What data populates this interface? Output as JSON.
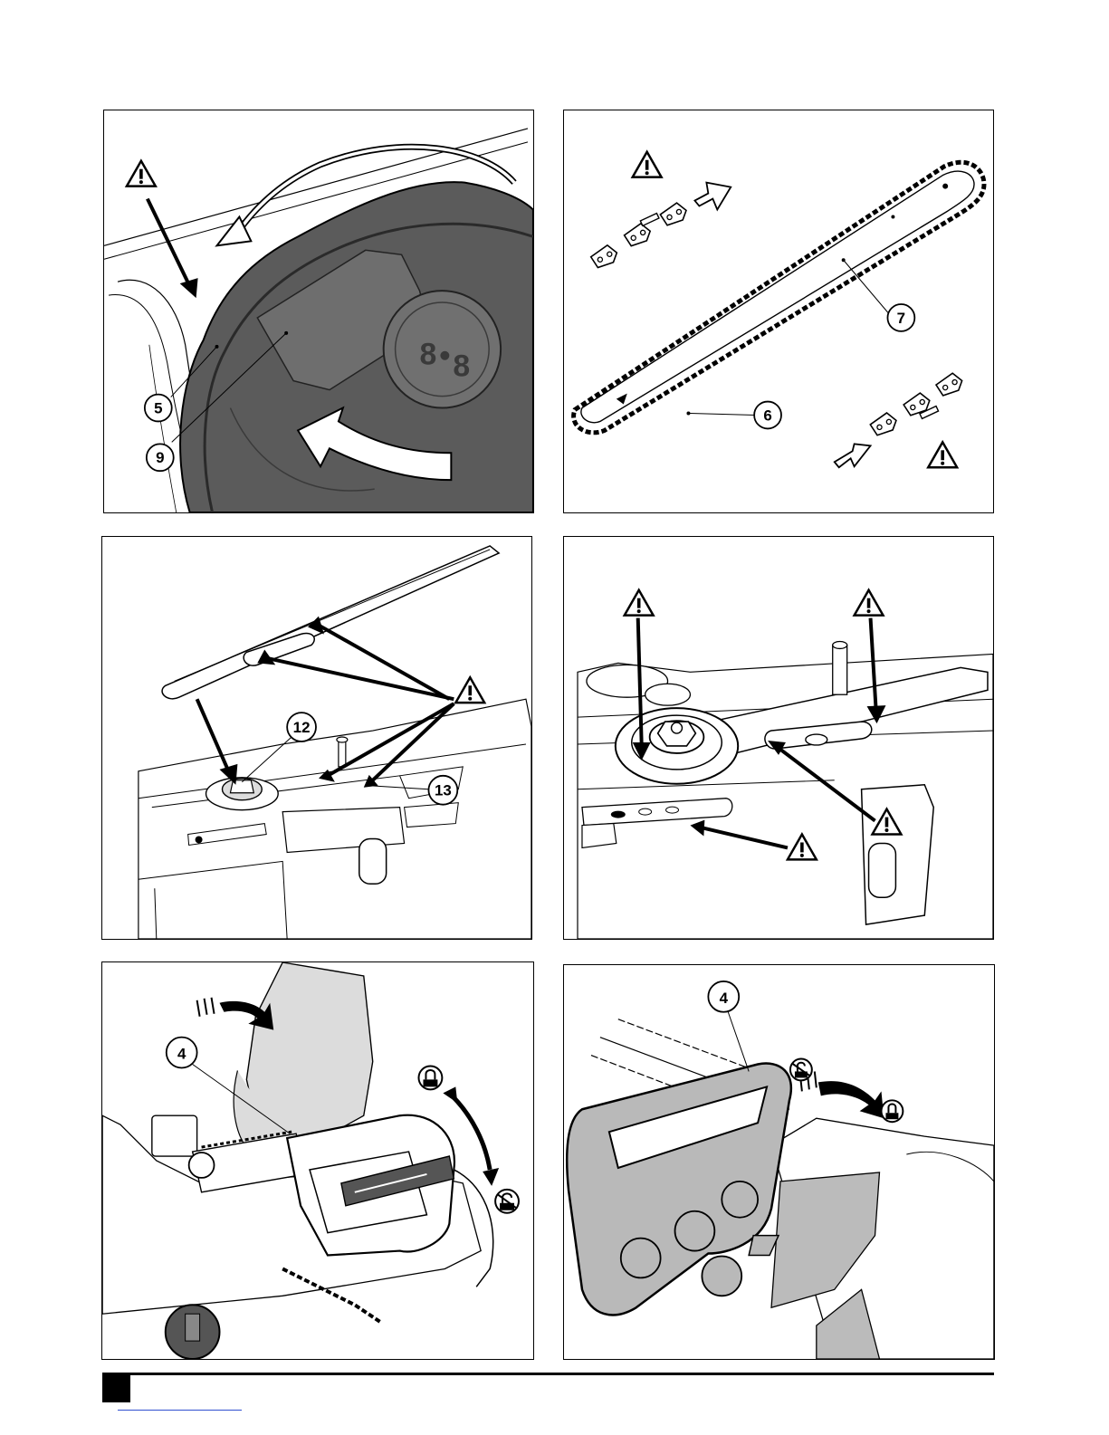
{
  "figures": {
    "fig1": {
      "callouts": [
        "5",
        "9"
      ],
      "cap_marking": "8",
      "icons": [
        "warning-icon",
        "rotate-arrow-icon"
      ]
    },
    "fig2": {
      "callouts": [
        "7",
        "6"
      ],
      "icons": [
        "warning-icon",
        "direction-arrow-icon"
      ]
    },
    "fig3": {
      "callouts": [
        "12",
        "13"
      ],
      "icons": [
        "warning-icon"
      ]
    },
    "fig4": {
      "callouts": [],
      "icons": [
        "warning-icon"
      ]
    },
    "fig5": {
      "callouts": [
        "4"
      ],
      "icons": [
        "lock-icon",
        "unlock-icon",
        "push-arrow-icon"
      ]
    },
    "fig6": {
      "callouts": [
        "4"
      ],
      "icons": [
        "unlock-icon",
        "lock-icon"
      ]
    }
  },
  "colors": {
    "line": "#000000",
    "cap_fill": "#5b5b5b",
    "hand_fill": "#dcdcdc",
    "guard_fill": "#b9b9b9",
    "accent_link": "#3050d0"
  }
}
